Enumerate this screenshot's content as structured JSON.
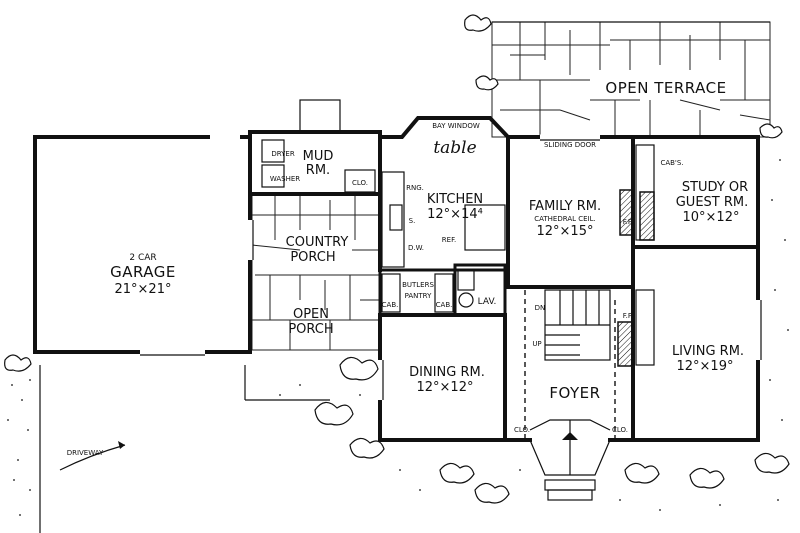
{
  "rooms": {
    "garage": {
      "name": "2 CAR",
      "name2": "GARAGE",
      "dims": "21°×21°"
    },
    "mud": {
      "name": "MUD",
      "name2": "RM."
    },
    "dryer": "DRYER",
    "washer": "WASHER",
    "clo_mud": "CLO.",
    "country_porch": {
      "name": "COUNTRY",
      "name2": "PORCH"
    },
    "open_porch": {
      "name": "OPEN",
      "name2": "PORCH"
    },
    "kitchen": {
      "name": "KITCHEN",
      "dims": "12°×14⁴"
    },
    "bay_window": "BAY WINDOW",
    "table": "table",
    "rng": "RNG.",
    "s": "S.",
    "dw": "D.W.",
    "ref": "REF.",
    "butlers_pantry": {
      "name": "BUTLERS",
      "name2": "PANTRY"
    },
    "cab1": "CAB.",
    "cab2": "CAB.",
    "lav": "LAV.",
    "family": {
      "name": "FAMILY RM.",
      "sub": "CATHEDRAL CEIL.",
      "dims": "12°×15°"
    },
    "sliding_door": "SLIDING DOOR",
    "open_terrace": "OPEN TERRACE",
    "cabs": "CAB'S.",
    "study": {
      "name": "STUDY OR",
      "name2": "GUEST RM.",
      "dims": "10°×12°"
    },
    "fp1": "F.P.",
    "fp2": "F.P.",
    "dn": "DN",
    "up": "UP",
    "dining": {
      "name": "DINING RM.",
      "dims": "12°×12°"
    },
    "foyer": "FOYER",
    "clo_left": "CLO.",
    "clo_right": "CLO.",
    "living": {
      "name": "LIVING RM.",
      "dims": "12°×19°"
    },
    "driveway": "DRIVEWAY"
  }
}
